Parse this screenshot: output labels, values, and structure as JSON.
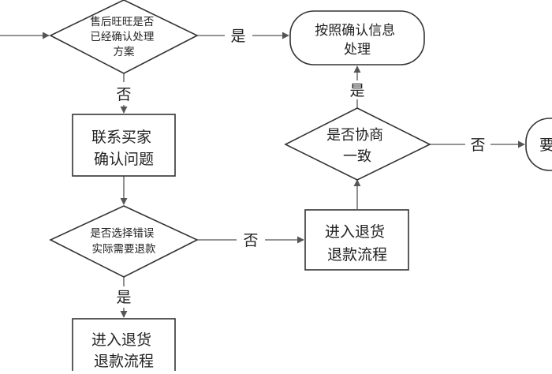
{
  "nodes": {
    "d1": {
      "lines": [
        "售后旺旺是否",
        "已经确认处理",
        "方案"
      ]
    },
    "r1": {
      "lines": [
        "按照确认信息",
        "处理"
      ]
    },
    "b1": {
      "lines": [
        "联系买家",
        "确认问题"
      ]
    },
    "d2": {
      "lines": [
        "是否协商",
        "一致"
      ]
    },
    "d3": {
      "lines": [
        "是否选择错误",
        "实际需要退款"
      ]
    },
    "b2": {
      "lines": [
        "进入退货",
        "退款流程"
      ]
    },
    "b3": {
      "lines": [
        "进入退货",
        "退款流程"
      ]
    },
    "r2": {
      "lines": [
        "要"
      ]
    }
  },
  "edges": {
    "d1_r1": "是",
    "d1_b1": "否",
    "d2_r1": "是",
    "d2_r2": "否",
    "d3_b2": "否",
    "d3_b3": "是"
  }
}
